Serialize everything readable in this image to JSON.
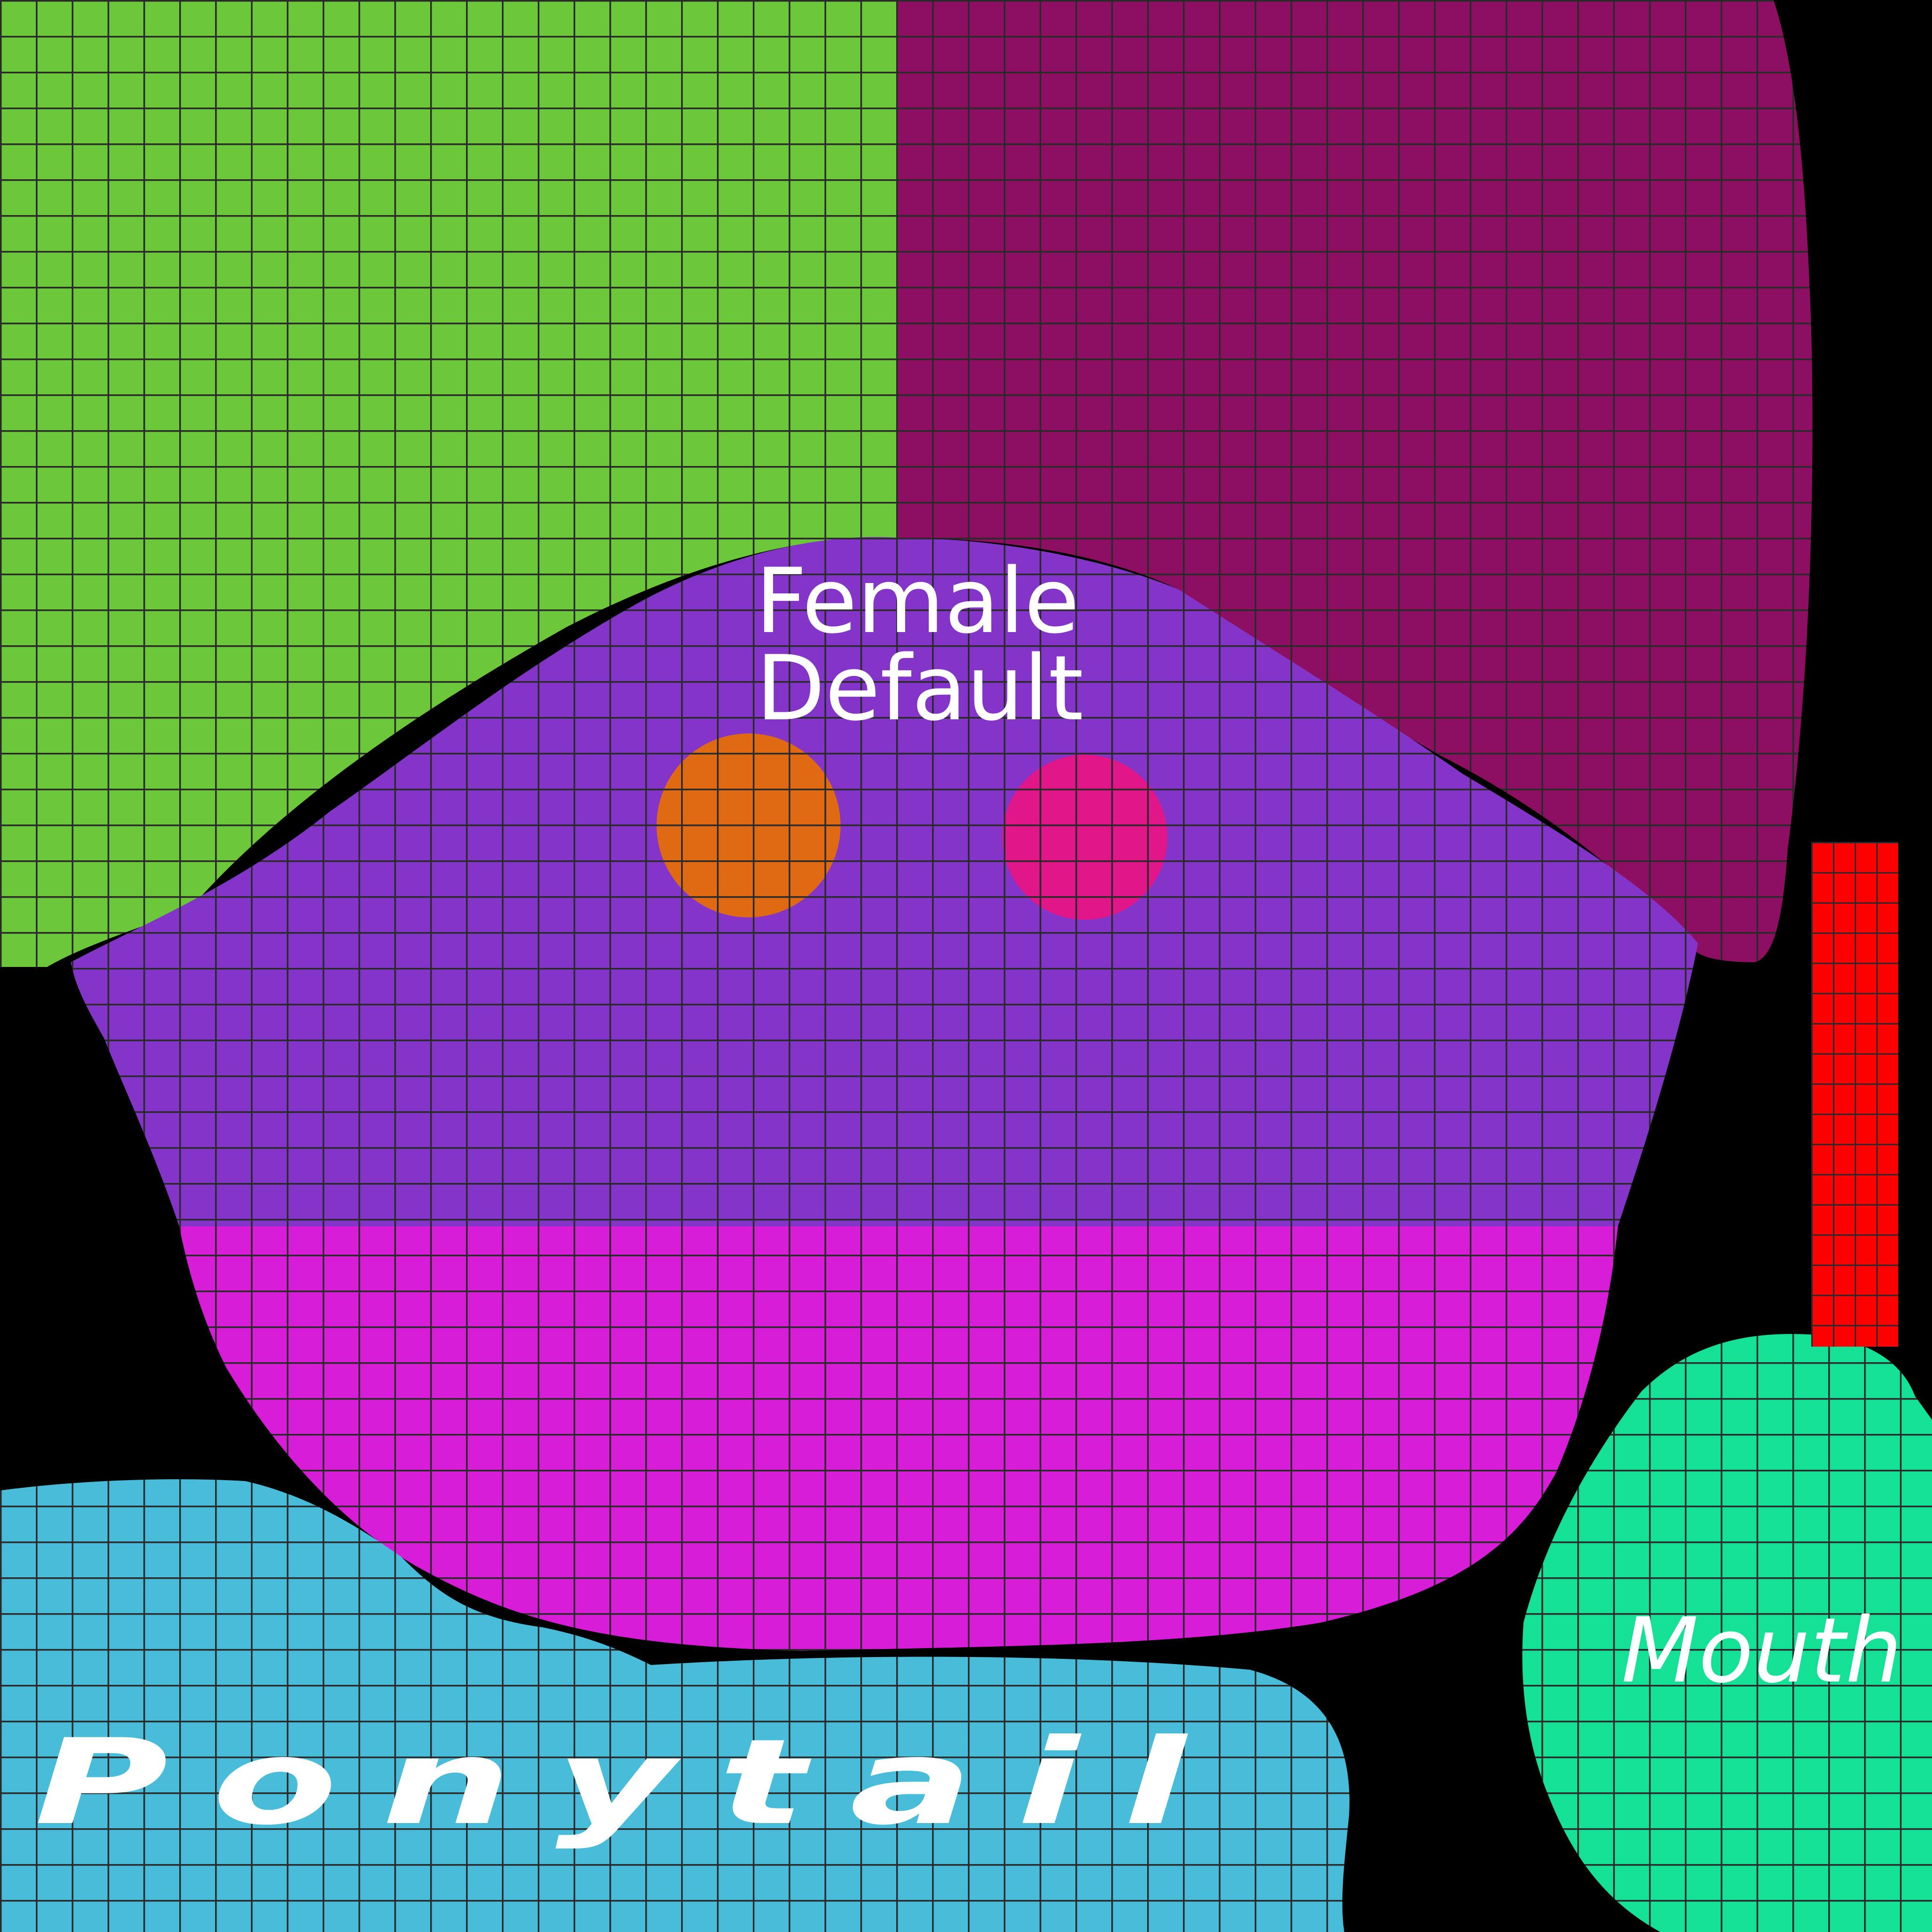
{
  "labels": {
    "female_line1": "Female",
    "female_line2": "Default",
    "mouth": "Mouth",
    "ponytail": "Ponytail"
  },
  "colors": {
    "background": "#000000",
    "grid_line": "#2a2a2a",
    "scalp_left": "#6cc83a",
    "scalp_right": "#8e0f62",
    "face_upper": "#8335c8",
    "face_lower": "#d81cd8",
    "eye_left": "#e06a14",
    "eye_right": "#e0168a",
    "ponytail": "#48bcd8",
    "mouth": "#14e096",
    "red_strip": "#ff0000",
    "text": "#ffffff"
  }
}
